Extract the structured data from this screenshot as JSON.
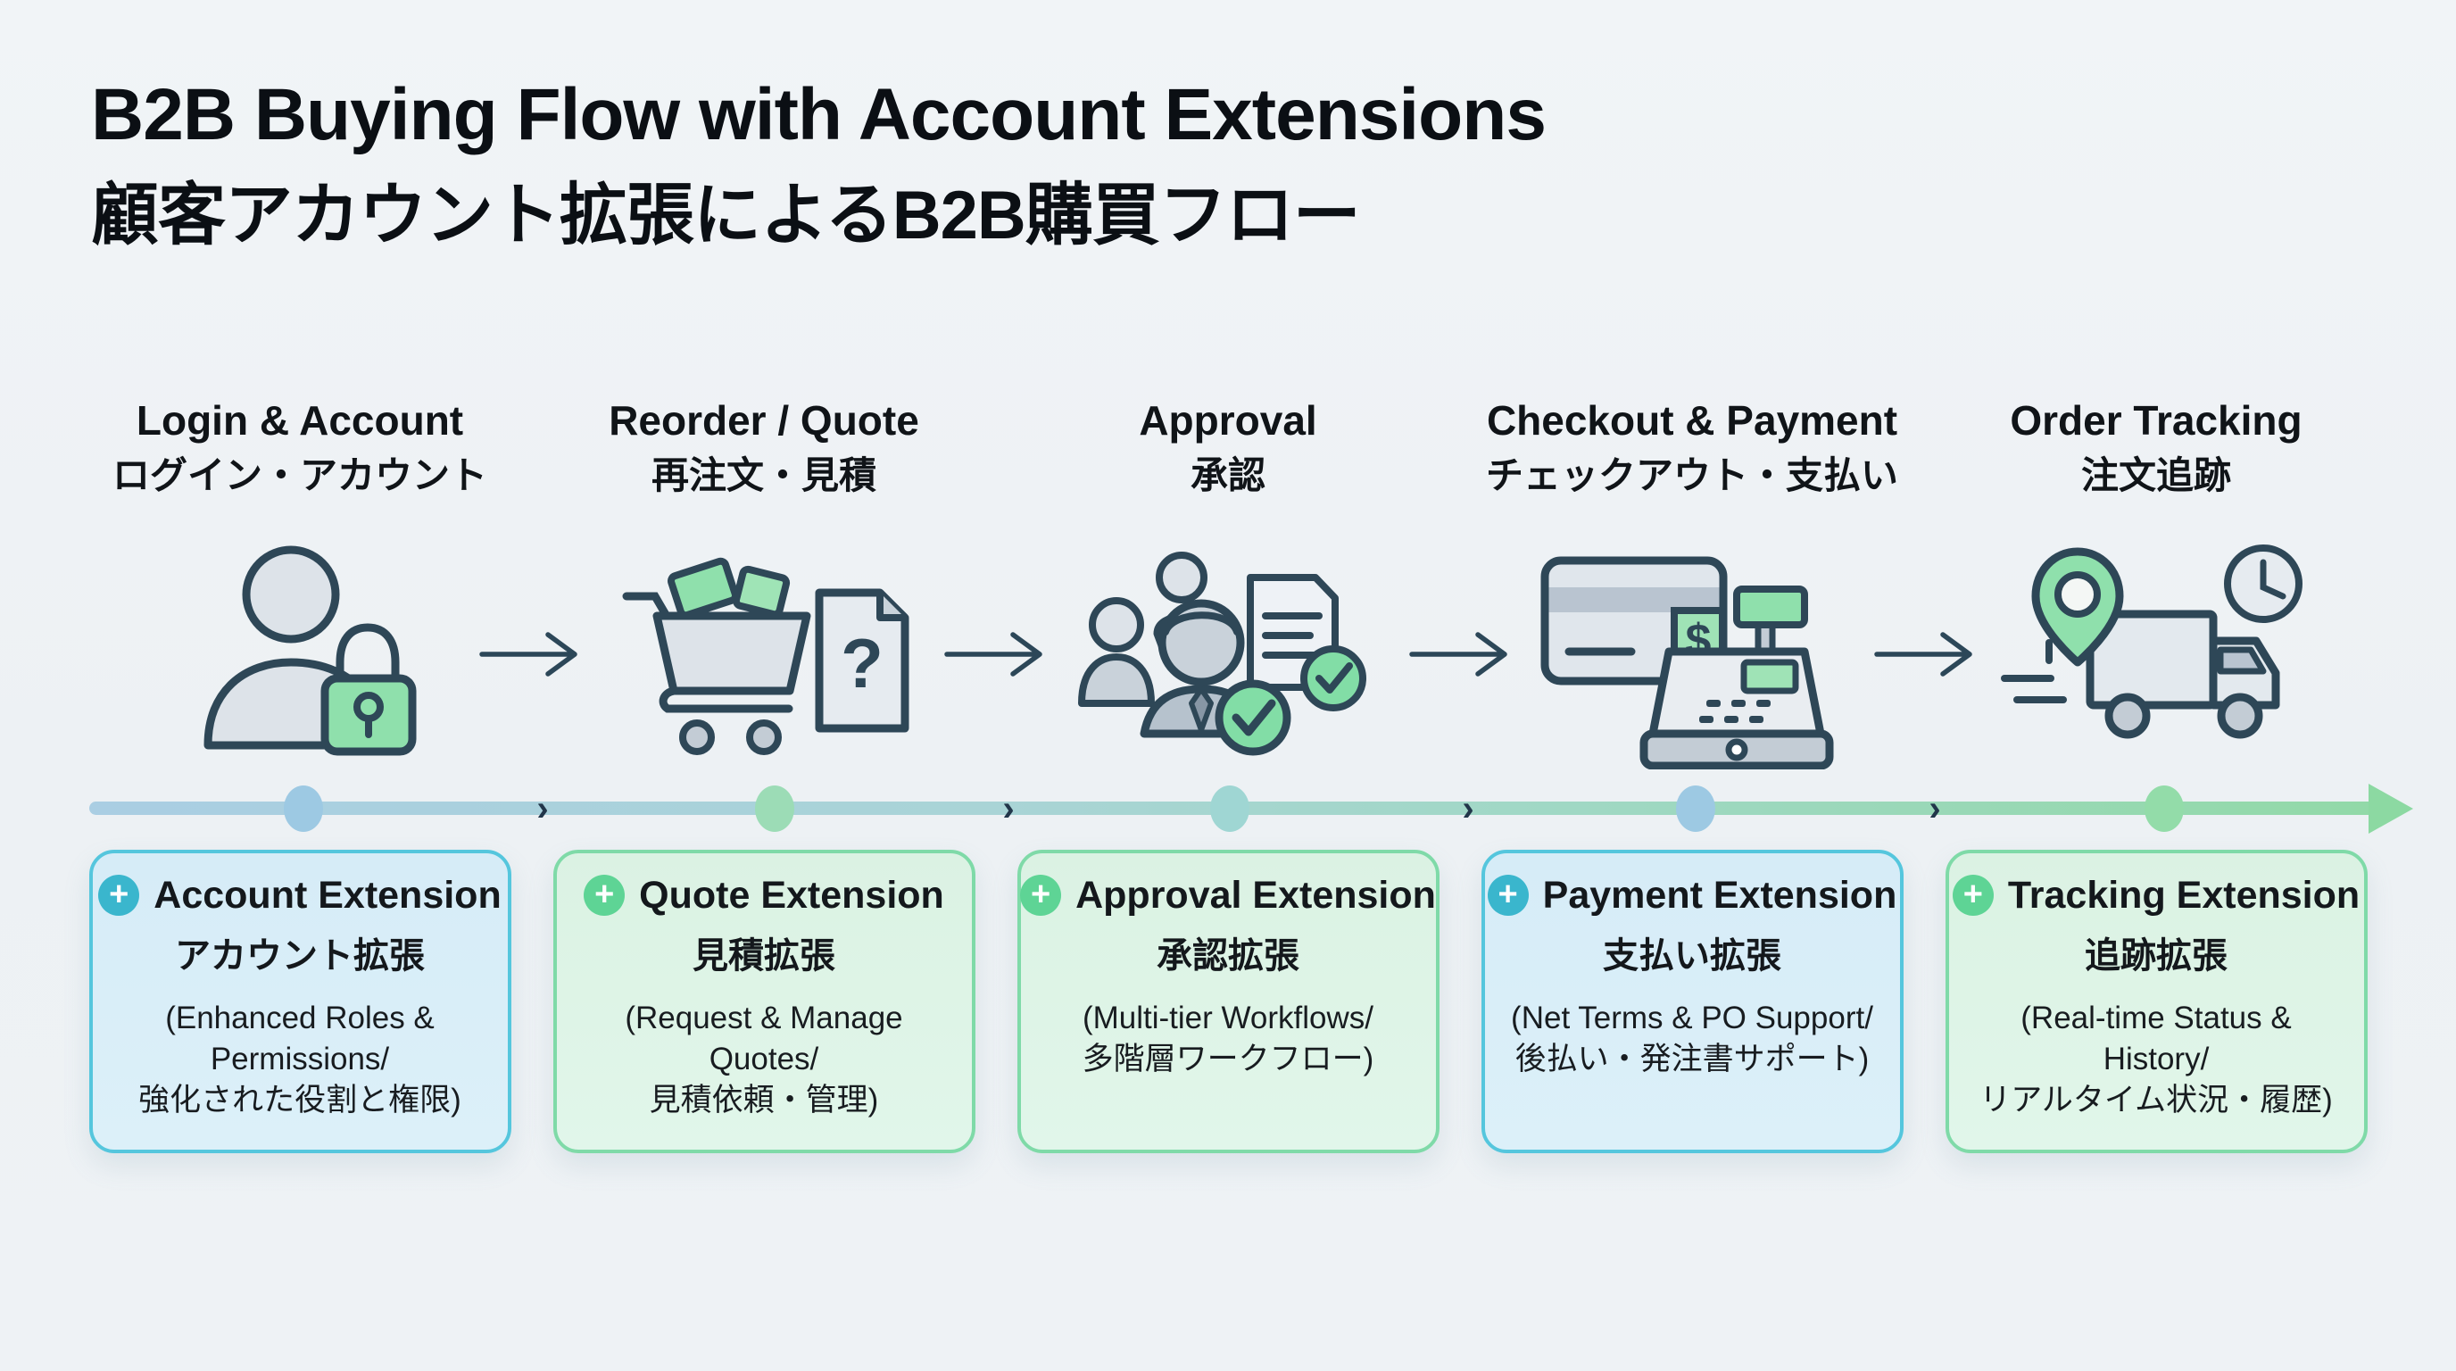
{
  "title": {
    "line1": "B2B Buying Flow with Account Extensions",
    "line2": "顧客アカウント拡張によるB2B購買フロー"
  },
  "stages": [
    {
      "label_en": "Login & Account",
      "label_ja": "ログイン・アカウント",
      "icon": "user-lock-icon"
    },
    {
      "label_en": "Reorder / Quote",
      "label_ja": "再注文・見積",
      "icon": "cart-quote-icon"
    },
    {
      "label_en": "Approval",
      "label_ja": "承認",
      "icon": "approval-team-icon"
    },
    {
      "label_en": "Checkout & Payment",
      "label_ja": "チェックアウト・支払い",
      "icon": "payment-register-icon"
    },
    {
      "label_en": "Order Tracking",
      "label_ja": "注文追跡",
      "icon": "tracking-truck-icon"
    }
  ],
  "plus_glyph": "+",
  "timeline": {
    "chevron_glyph": "›",
    "band_colors": [
      "#aacee3",
      "#a9d4d6",
      "#92d9a8"
    ],
    "dot_colors": [
      "#9dc9e3",
      "#9cdcb6",
      "#9fd6d3",
      "#9dc9e3",
      "#93dca9"
    ],
    "arrowhead_color": "#8cd9a2"
  },
  "cards": [
    {
      "title_en": "Account Extension",
      "title_ja": "アカウント拡張",
      "desc": "(Enhanced Roles &\nPermissions/\n強化された役割と権限)",
      "theme": "blue"
    },
    {
      "title_en": "Quote Extension",
      "title_ja": "見積拡張",
      "desc": "(Request & Manage\nQuotes/\n見積依頼・管理)",
      "theme": "green"
    },
    {
      "title_en": "Approval Extension",
      "title_ja": "承認拡張",
      "desc": "(Multi-tier Workflows/\n多階層ワークフロー)",
      "theme": "green"
    },
    {
      "title_en": "Payment Extension",
      "title_ja": "支払い拡張",
      "desc": "(Net Terms & PO Support/\n後払い・発注書サポート)",
      "theme": "blue"
    },
    {
      "title_en": "Tracking Extension",
      "title_ja": "追跡拡張",
      "desc": "(Real-time Status &\nHistory/\nリアルタイム状況・履歴)",
      "theme": "green"
    }
  ],
  "colors": {
    "accent_blue": "#3ab6cd",
    "accent_green": "#5ed495",
    "card_blue_bg": "#d7ecf7",
    "card_blue_border": "#55c6dd",
    "card_green_bg": "#dcf3e4",
    "card_green_border": "#7fdaa8",
    "icon_outline": "#2e4757",
    "icon_gray_fill": "#dde3e9",
    "icon_green_fill": "#8fe0ac",
    "title_text": "#0b0f14",
    "background": "#eef1f4"
  }
}
